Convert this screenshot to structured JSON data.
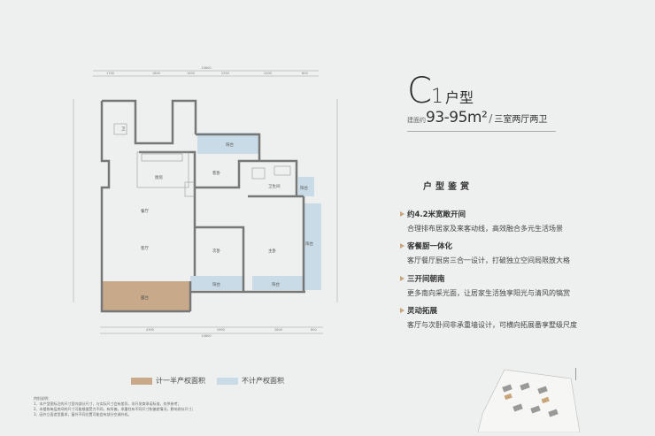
{
  "header": {
    "letter": "C",
    "number": "1",
    "type_label": "户型"
  },
  "area": {
    "prefix": "建面约",
    "value": "93-95m²",
    "separator": "/",
    "layout": "三室两厅两卫"
  },
  "section_title": "户型鉴赏",
  "features": [
    {
      "title": "约4.2米宽敞开间",
      "desc": "合理排布居家及来客动线，高效融合多元生活场景"
    },
    {
      "title": "客餐厨一体化",
      "desc": "客厅餐厅厨房三合一设计，打破独立空间局限放大格"
    },
    {
      "title": "三开间朝南",
      "desc": "更多南向采光面，让居家生活独享阳光与清风的犒赏"
    },
    {
      "title": "灵动拓展",
      "desc": "客厅与次卧间非承重墙设计，可横向拓展番享墅级尺度"
    }
  ],
  "legend": {
    "half_area": {
      "label": "计一半产权面积",
      "color": "#c8a98a"
    },
    "no_area": {
      "label": "不计产权面积",
      "color": "#c9dbe6"
    }
  },
  "notes": [
    "特别说明：",
    "1、本户型图标注的尺寸室内部分尺寸，与实际尺寸会有差异，非开发商承诺标准，仅供参考；",
    "2、本楼栋每层房间的尺寸可能根据受力不同，有所偏，承重柱有不同尺寸和偏差情况，影响尚存尺寸；",
    "3、因外立面造型要求，窗外不同位置可能会有部分空调外机。"
  ],
  "plan": {
    "dims_top": [
      "10800",
      "1700",
      "1800",
      "1500",
      "2550",
      "2000",
      "600"
    ],
    "dims_bottom": [
      "4300",
      "2900",
      "2800",
      "800",
      "10800"
    ],
    "rooms": {
      "bath1": "卫",
      "balcony_top": "阳台",
      "kitchen": "厨房",
      "bedroom_sub": "客卧",
      "bath2": "卫生间",
      "balcony_small": "阳台",
      "dining": "餐厅",
      "living": "客厅",
      "bedroom_2": "次卧",
      "bedroom_master": "主卧",
      "balcony_side": "阳台",
      "balcony_south": "阳台",
      "balcony_bedroom": "阳台",
      "terrace": "露台"
    }
  },
  "colors": {
    "accent": "#c9a57a",
    "wall": "#777777",
    "blue_area": "#c9dbe6",
    "tan_area": "#c8a98a"
  }
}
